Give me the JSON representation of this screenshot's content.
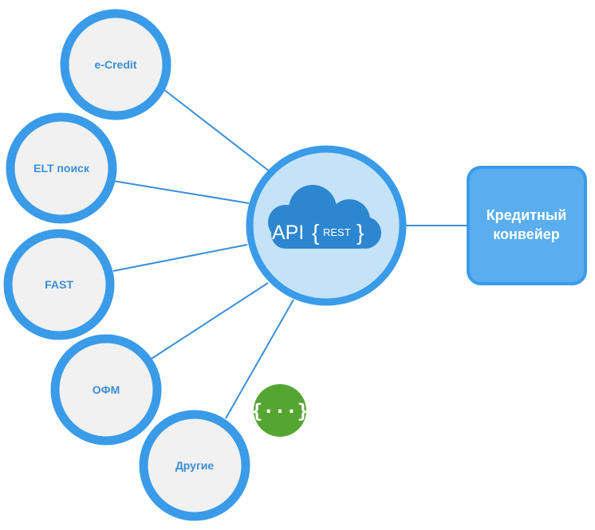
{
  "hub": {
    "api_label": "API",
    "rest_label": "REST"
  },
  "sources": [
    {
      "label": "e-Credit"
    },
    {
      "label": "ELT поиск"
    },
    {
      "label": "FAST"
    },
    {
      "label": "ОФМ"
    },
    {
      "label": "Другие"
    }
  ],
  "target": {
    "line1": "Кредитный",
    "line2": "конвейер"
  },
  "json_badge": {
    "symbol": "{···}"
  },
  "colors": {
    "ring": "#3a9be8",
    "node_fill": "#f1f1f1",
    "hub_fill": "#c5e3f8",
    "cloud": "#2d86d0",
    "target_fill": "#5aaef0",
    "target_border": "#3a9be8",
    "connector": "#3a8fd6",
    "badge": "#55a532"
  }
}
